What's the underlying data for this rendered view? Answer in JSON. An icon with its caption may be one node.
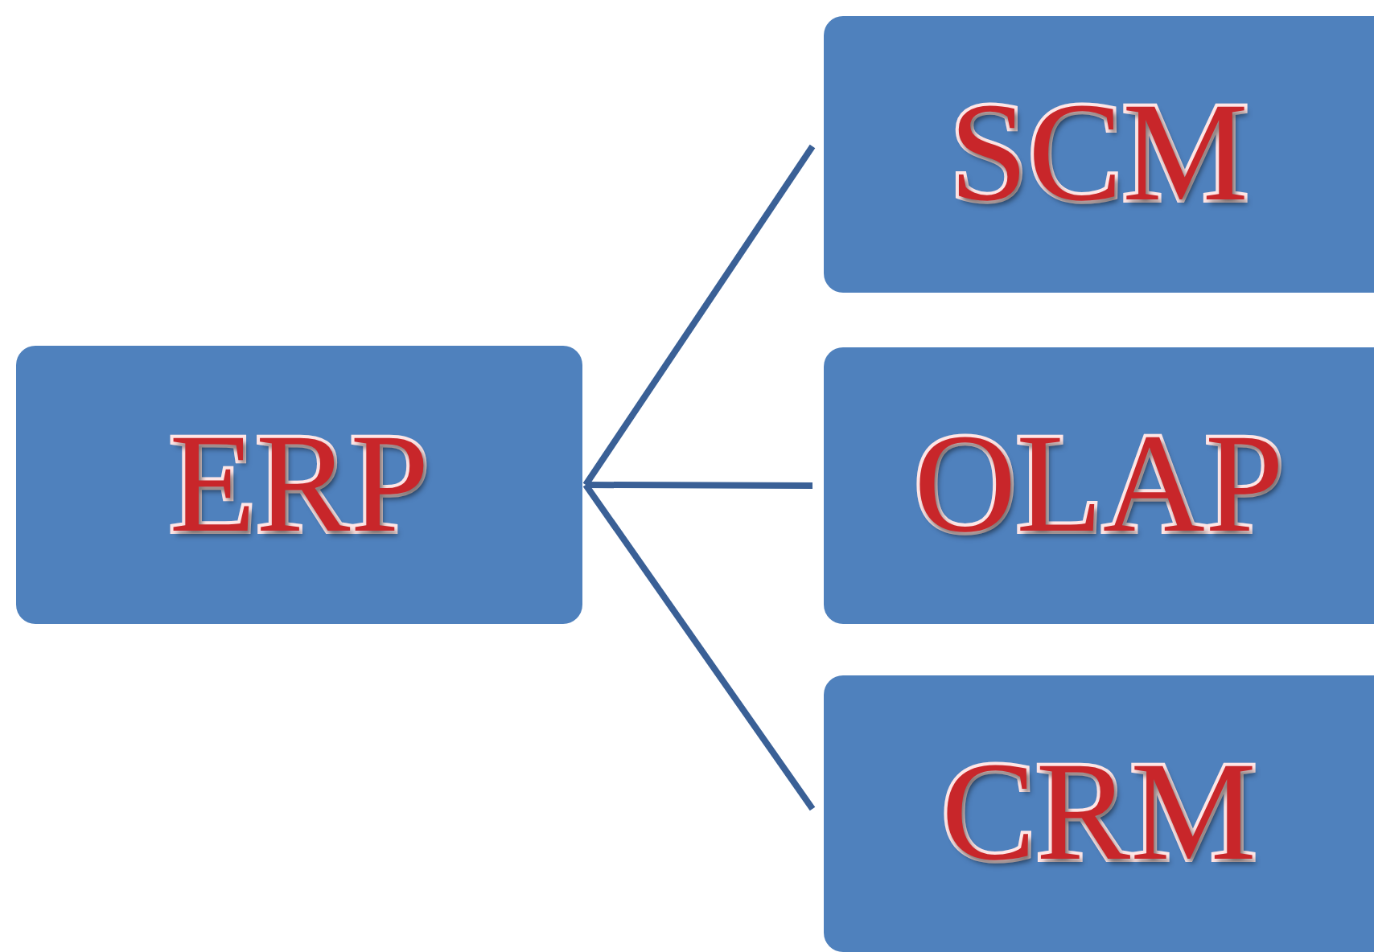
{
  "diagram": {
    "nodes": [
      {
        "text": [
          "ERP"
        ]
      },
      {
        "text": [
          "SCM"
        ]
      },
      {
        "text": [
          "OLAP"
        ]
      },
      {
        "text": [
          "CRM"
        ]
      }
    ],
    "edges": [
      {
        "from": 0,
        "to": 1,
        "arrow": "none"
      },
      {
        "from": 0,
        "to": 2,
        "arrow": "none"
      },
      {
        "from": 0,
        "to": 3,
        "arrow": "none"
      }
    ]
  }
}
